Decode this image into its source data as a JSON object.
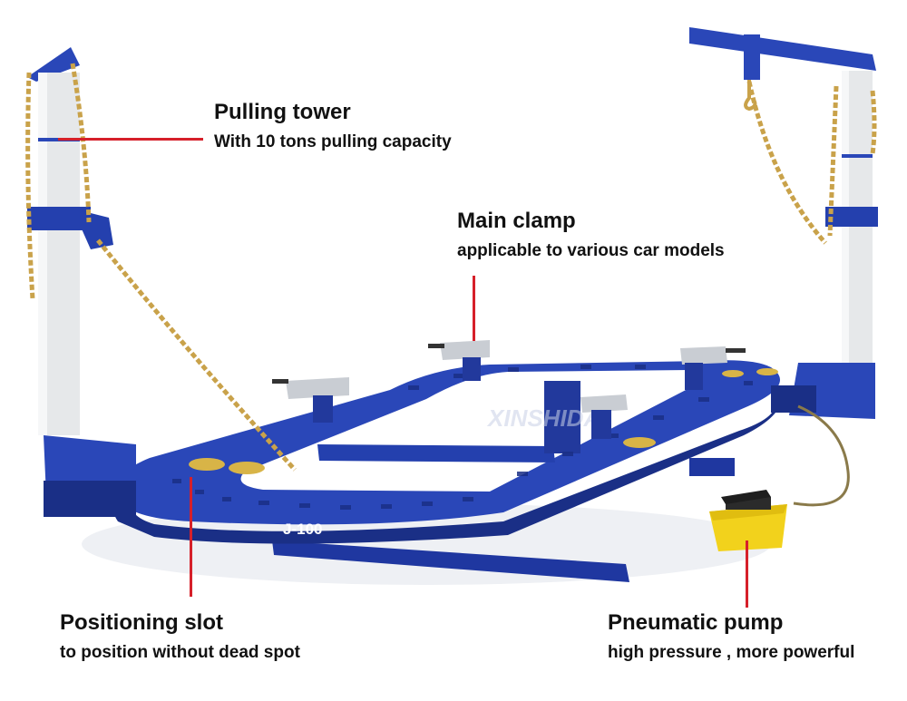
{
  "colors": {
    "frame_blue": "#2a47b8",
    "frame_dark": "#1a2f86",
    "tower_white": "#e6e8ea",
    "chain_gold": "#c9a24a",
    "pump_yellow": "#f2d21c",
    "leader_red": "#d6202a",
    "text": "#111111"
  },
  "product": {
    "model_label": "J-100",
    "watermark": "XINSHIDA"
  },
  "callouts": {
    "pulling_tower": {
      "title": "Pulling tower",
      "subtitle": "With 10 tons pulling capacity"
    },
    "main_clamp": {
      "title": "Main clamp",
      "subtitle": "applicable to various car models"
    },
    "positioning_slot": {
      "title": "Positioning slot",
      "subtitle": "to position without dead spot"
    },
    "pneumatic_pump": {
      "title": "Pneumatic pump",
      "subtitle": "high pressure , more powerful"
    }
  }
}
